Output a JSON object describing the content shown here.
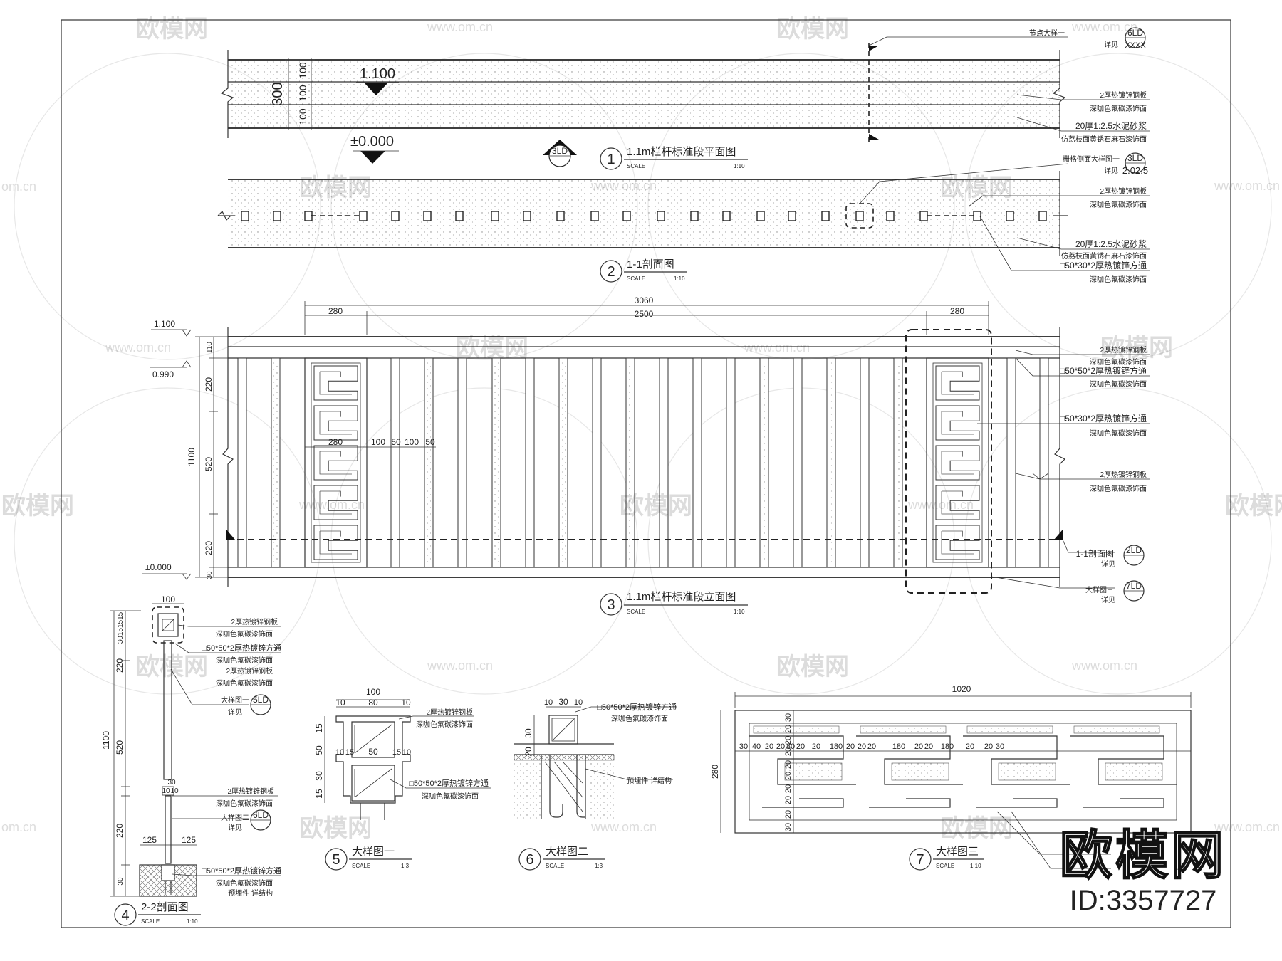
{
  "watermark": {
    "brand": "欧模网",
    "site": "www.om.cn",
    "site_short": "om.cn"
  },
  "brand_badge": {
    "name": "欧模网",
    "id": "ID:3357727"
  },
  "plan": {
    "num": "1",
    "title": "1.1m栏杆标准段平面图",
    "scale_word": "SCALE",
    "scale": "1:10",
    "elev_top": "1.100",
    "elev_bottom": "±0.000",
    "dim_total": "300",
    "dim_a": "100",
    "dim_b": "100",
    "dim_c": "100",
    "section_ref": "3",
    "section_ref_code": "LD",
    "notes": [
      {
        "id": "n1",
        "line1": "节点大样一",
        "ref": "6",
        "refcode": "LD",
        "line2": "详见",
        "ref2": "XXXX"
      },
      {
        "id": "n2",
        "line1": "2厚热镀锌钢板",
        "line2": "深咖色氟碳漆饰面"
      },
      {
        "id": "n3",
        "line1": "20厚1:2.5水泥砂浆",
        "line2": "仿荔枝面黄锈石麻石漆饰面"
      }
    ]
  },
  "section11": {
    "num": "2",
    "title": "1-1剖面图",
    "scale_word": "SCALE",
    "scale": "1:10",
    "notes": [
      {
        "id": "s1",
        "line1": "栅格侧面大样图一",
        "ref": "3",
        "refcode": "LD",
        "line2": "详见",
        "ref2": "2.02.5"
      },
      {
        "id": "s2",
        "line1": "2厚热镀锌钢板",
        "line2": "深咖色氟碳漆饰面"
      },
      {
        "id": "s3",
        "line1": "20厚1:2.5水泥砂浆",
        "line2": "仿荔枝面黄锈石麻石漆饰面"
      },
      {
        "id": "s4",
        "line1": "□50*30*2厚热镀锌方通",
        "line2": "深咖色氟碳漆饰面"
      }
    ]
  },
  "elevation": {
    "num": "3",
    "title": "1.1m栏杆标准段立面图",
    "scale_word": "SCALE",
    "scale": "1:10",
    "dim_overall": "3060",
    "dim_left": "280",
    "dim_mid": "2500",
    "dim_right": "280",
    "elev_top": "1.100",
    "elev_mid": "0.990",
    "elev_bottom": "±0.000",
    "vdim_total": "1100",
    "vdim_1": "110",
    "vdim_2": "220",
    "vdim_3": "520",
    "vdim_4": "220",
    "vdim_5": "30",
    "inner_dims": [
      "280",
      "100",
      "50",
      "100",
      "50"
    ],
    "notes": [
      {
        "id": "e1",
        "line1": "2厚热镀锌钢板",
        "line2": "深咖色氟碳漆饰面"
      },
      {
        "id": "e2",
        "line1": "□50*50*2厚热镀锌方通",
        "line2": "深咖色氟碳漆饰面"
      },
      {
        "id": "e3",
        "line1": "□50*30*2厚热镀锌方通",
        "line2": "深咖色氟碳漆饰面"
      },
      {
        "id": "e4",
        "line1": "2厚热镀锌钢板",
        "line2": "深咖色氟碳漆饰面"
      },
      {
        "id": "e5",
        "line1": "1-1剖面图",
        "ref": "2",
        "refcode": "LD",
        "line2": "详见"
      },
      {
        "id": "e6",
        "line1": "大样图三",
        "ref": "7",
        "refcode": "LD",
        "line2": "详见"
      }
    ]
  },
  "section22": {
    "num": "4",
    "title": "2-2剖面图",
    "scale_word": "SCALE",
    "scale": "1:10",
    "dim_top": "100",
    "vdims_top": [
      "30",
      "15",
      "15",
      "15"
    ],
    "vdim_total": "1100",
    "vdim_a": "220",
    "vdim_b": "520",
    "vdim_c": "30",
    "vdim_d": "220",
    "vdim_e": "30",
    "small_dims": [
      "10",
      "10"
    ],
    "base_dims": [
      "125",
      "125"
    ],
    "notes": [
      {
        "id": "t1",
        "line1": "2厚热镀锌钢板",
        "line2": "深咖色氟碳漆饰面"
      },
      {
        "id": "t2",
        "line1": "□50*50*2厚热镀锌方通",
        "line2": "深咖色氟碳漆饰面"
      },
      {
        "id": "t3",
        "line1": "2厚热镀锌钢板",
        "line2": "深咖色氟碳漆饰面"
      },
      {
        "id": "t4",
        "line1": "大样图一",
        "ref": "5",
        "refcode": "LD",
        "line2": "详见"
      },
      {
        "id": "t5",
        "line1": "2厚热镀锌钢板",
        "line2": "深咖色氟碳漆饰面"
      },
      {
        "id": "t6",
        "line1": "大样图二",
        "ref": "6",
        "refcode": "LD",
        "line2": "详见"
      },
      {
        "id": "t7",
        "line1": "□50*50*2厚热镀锌方通",
        "line2": "深咖色氟碳漆饰面",
        "line3": "预埋件 详结构"
      }
    ]
  },
  "detail1": {
    "num": "5",
    "title": "大样图一",
    "scale_word": "SCALE",
    "scale": "1:3",
    "dims_top": [
      "100",
      "10",
      "80",
      "10"
    ],
    "dims_left": [
      "15",
      "50",
      "30",
      "15"
    ],
    "dims_mid": [
      "10",
      "15",
      "50",
      "15",
      "10"
    ],
    "notes": [
      {
        "id": "d1",
        "line1": "2厚热镀锌钢板",
        "line2": "深咖色氟碳漆饰面"
      },
      {
        "id": "d2",
        "line1": "□50*50*2厚热镀锌方通",
        "line2": "深咖色氟碳漆饰面"
      }
    ]
  },
  "detail2": {
    "num": "6",
    "title": "大样图二",
    "scale_word": "SCALE",
    "scale": "1:3",
    "dims_top": [
      "10",
      "30",
      "10"
    ],
    "dims_left": [
      "30",
      "20"
    ],
    "notes": [
      {
        "id": "f1",
        "line1": "□50*50*2厚热镀锌方通",
        "line2": "深咖色氟碳漆饰面"
      },
      {
        "id": "f2",
        "line1": "预埋件 详结构"
      }
    ]
  },
  "detail3": {
    "num": "7",
    "title": "大样图三",
    "scale_word": "SCALE",
    "scale": "1:10",
    "dim_width": "1020",
    "dim_height": "280",
    "row_dims": [
      "30",
      "40",
      "20",
      "20",
      "80",
      "20",
      "20",
      "180",
      "20",
      "20",
      "20",
      "180",
      "20",
      "20",
      "180",
      "20",
      "20",
      "30"
    ],
    "col_dims": [
      "30",
      "20",
      "20",
      "20",
      "20",
      "20",
      "20",
      "20",
      "20",
      "30"
    ]
  }
}
